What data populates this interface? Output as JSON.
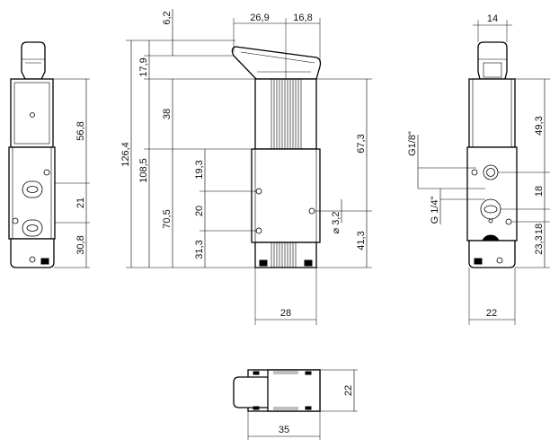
{
  "dimensions": {
    "top_6_2": "6,2",
    "top_26_9": "26,9",
    "top_16_8": "16,8",
    "top_14": "14",
    "v_17_9": "17,9",
    "v_126_4": "126,4",
    "v_108_5": "108,5",
    "v_38": "38",
    "v_19_3": "19,3",
    "v_20": "20",
    "v_70_5": "70,5",
    "v_31_3": "31,3",
    "v_56_8": "56,8",
    "v_21": "21",
    "v_30_8": "30,8",
    "v_67_3": "67,3",
    "dia_3_2": "⌀ 3,2",
    "v_41_3": "41,3",
    "h_28": "28",
    "thread_g18": "G1/8\"",
    "thread_g14": "G 1/4\"",
    "v_49_3": "49,3",
    "v_18_a": "18",
    "v_18_b": "18",
    "v_23_3": "23,3",
    "h_22": "22",
    "bottom_22": "22",
    "bottom_35": "35"
  }
}
